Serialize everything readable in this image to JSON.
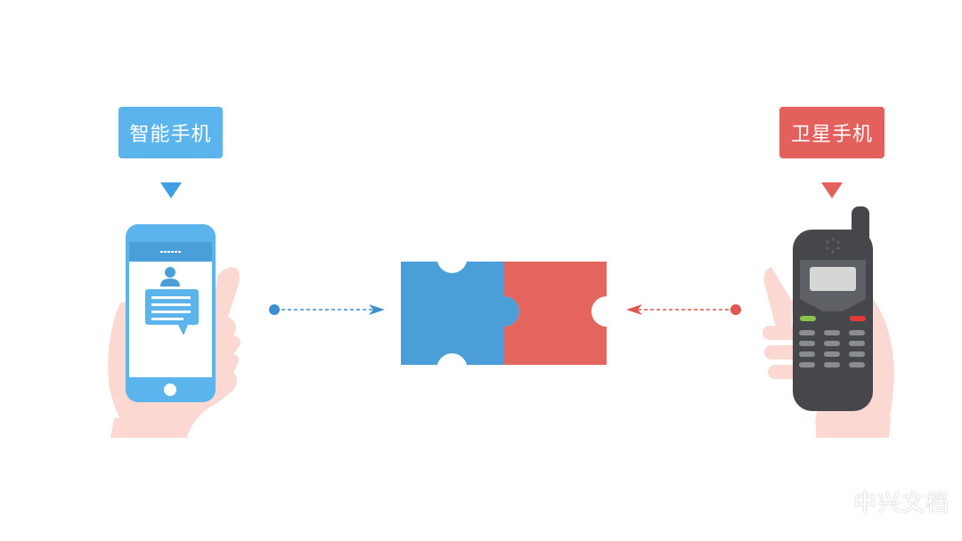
{
  "diagram": {
    "left_label": "智能手机",
    "right_label": "卫星手机",
    "colors": {
      "blue": "#4a9fd8",
      "blue_light": "#5bb5ec",
      "red": "#e4655e",
      "skin": "#fbd9d2",
      "phone_dark": "#45474a"
    },
    "icons": {
      "left_device": "smartphone-in-hand",
      "right_device": "satellite-phone-in-hand",
      "center": "puzzle-pieces"
    }
  },
  "watermark": "中兴文档"
}
